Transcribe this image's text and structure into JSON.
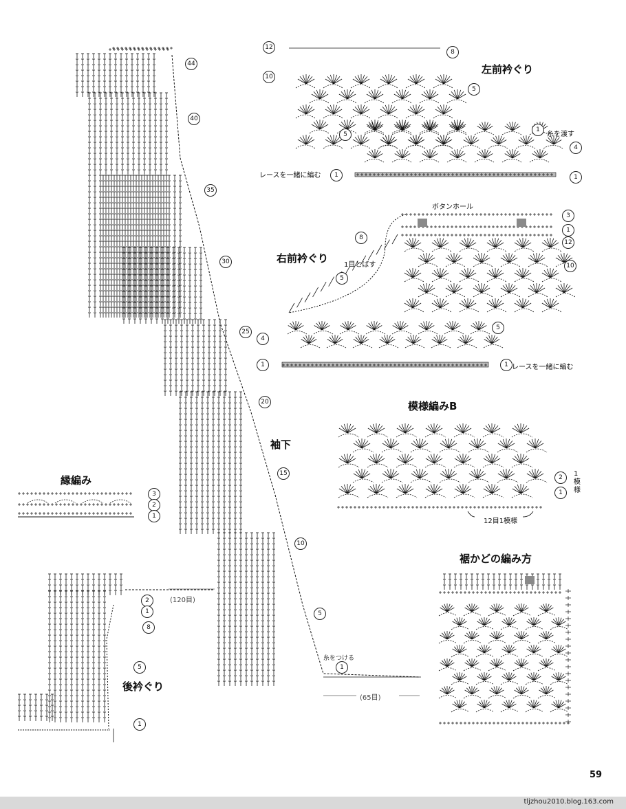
{
  "page": {
    "page_number": "59",
    "watermark": "tljzhou2010.blog.163.com"
  },
  "labels": {
    "left_front_neck": "左前衿ぐり",
    "right_front_neck": "右前衿ぐり",
    "pattern_b": "模様編みB",
    "sleeve_seam": "袖下",
    "edging": "縁編み",
    "back_neck": "後衿ぐり",
    "hem_corner": "裾かどの編み方",
    "buttonhole": "ボタンホール",
    "join_yarn_pass": "糸を渡す",
    "join_lace": "レースを一緒に編む",
    "skip_one": "1目とばす",
    "attach_yarn": "糸をつける",
    "repeat_12": "12目1模様",
    "one_pattern": "1模様",
    "count_120": "(120目)",
    "count_65": "(65目)"
  },
  "row_markers": {
    "sleeve": [
      "44",
      "40",
      "35",
      "30",
      "25",
      "20",
      "15",
      "10",
      "5",
      "1"
    ],
    "left_front": [
      "12",
      "10",
      "5",
      "8",
      "5",
      "1",
      "4",
      "1",
      "1"
    ],
    "right_front": [
      "3",
      "1",
      "12",
      "8",
      "10",
      "5",
      "5",
      "4",
      "1",
      "1"
    ],
    "pattern_b": [
      "2",
      "1"
    ],
    "edging": [
      "3",
      "2",
      "1"
    ],
    "back_neck": [
      "2",
      "1",
      "8",
      "5",
      "1"
    ]
  },
  "colors": {
    "ink": "#111111",
    "filled_block": "#8a8a8a",
    "footer": "#d9d9d9"
  }
}
